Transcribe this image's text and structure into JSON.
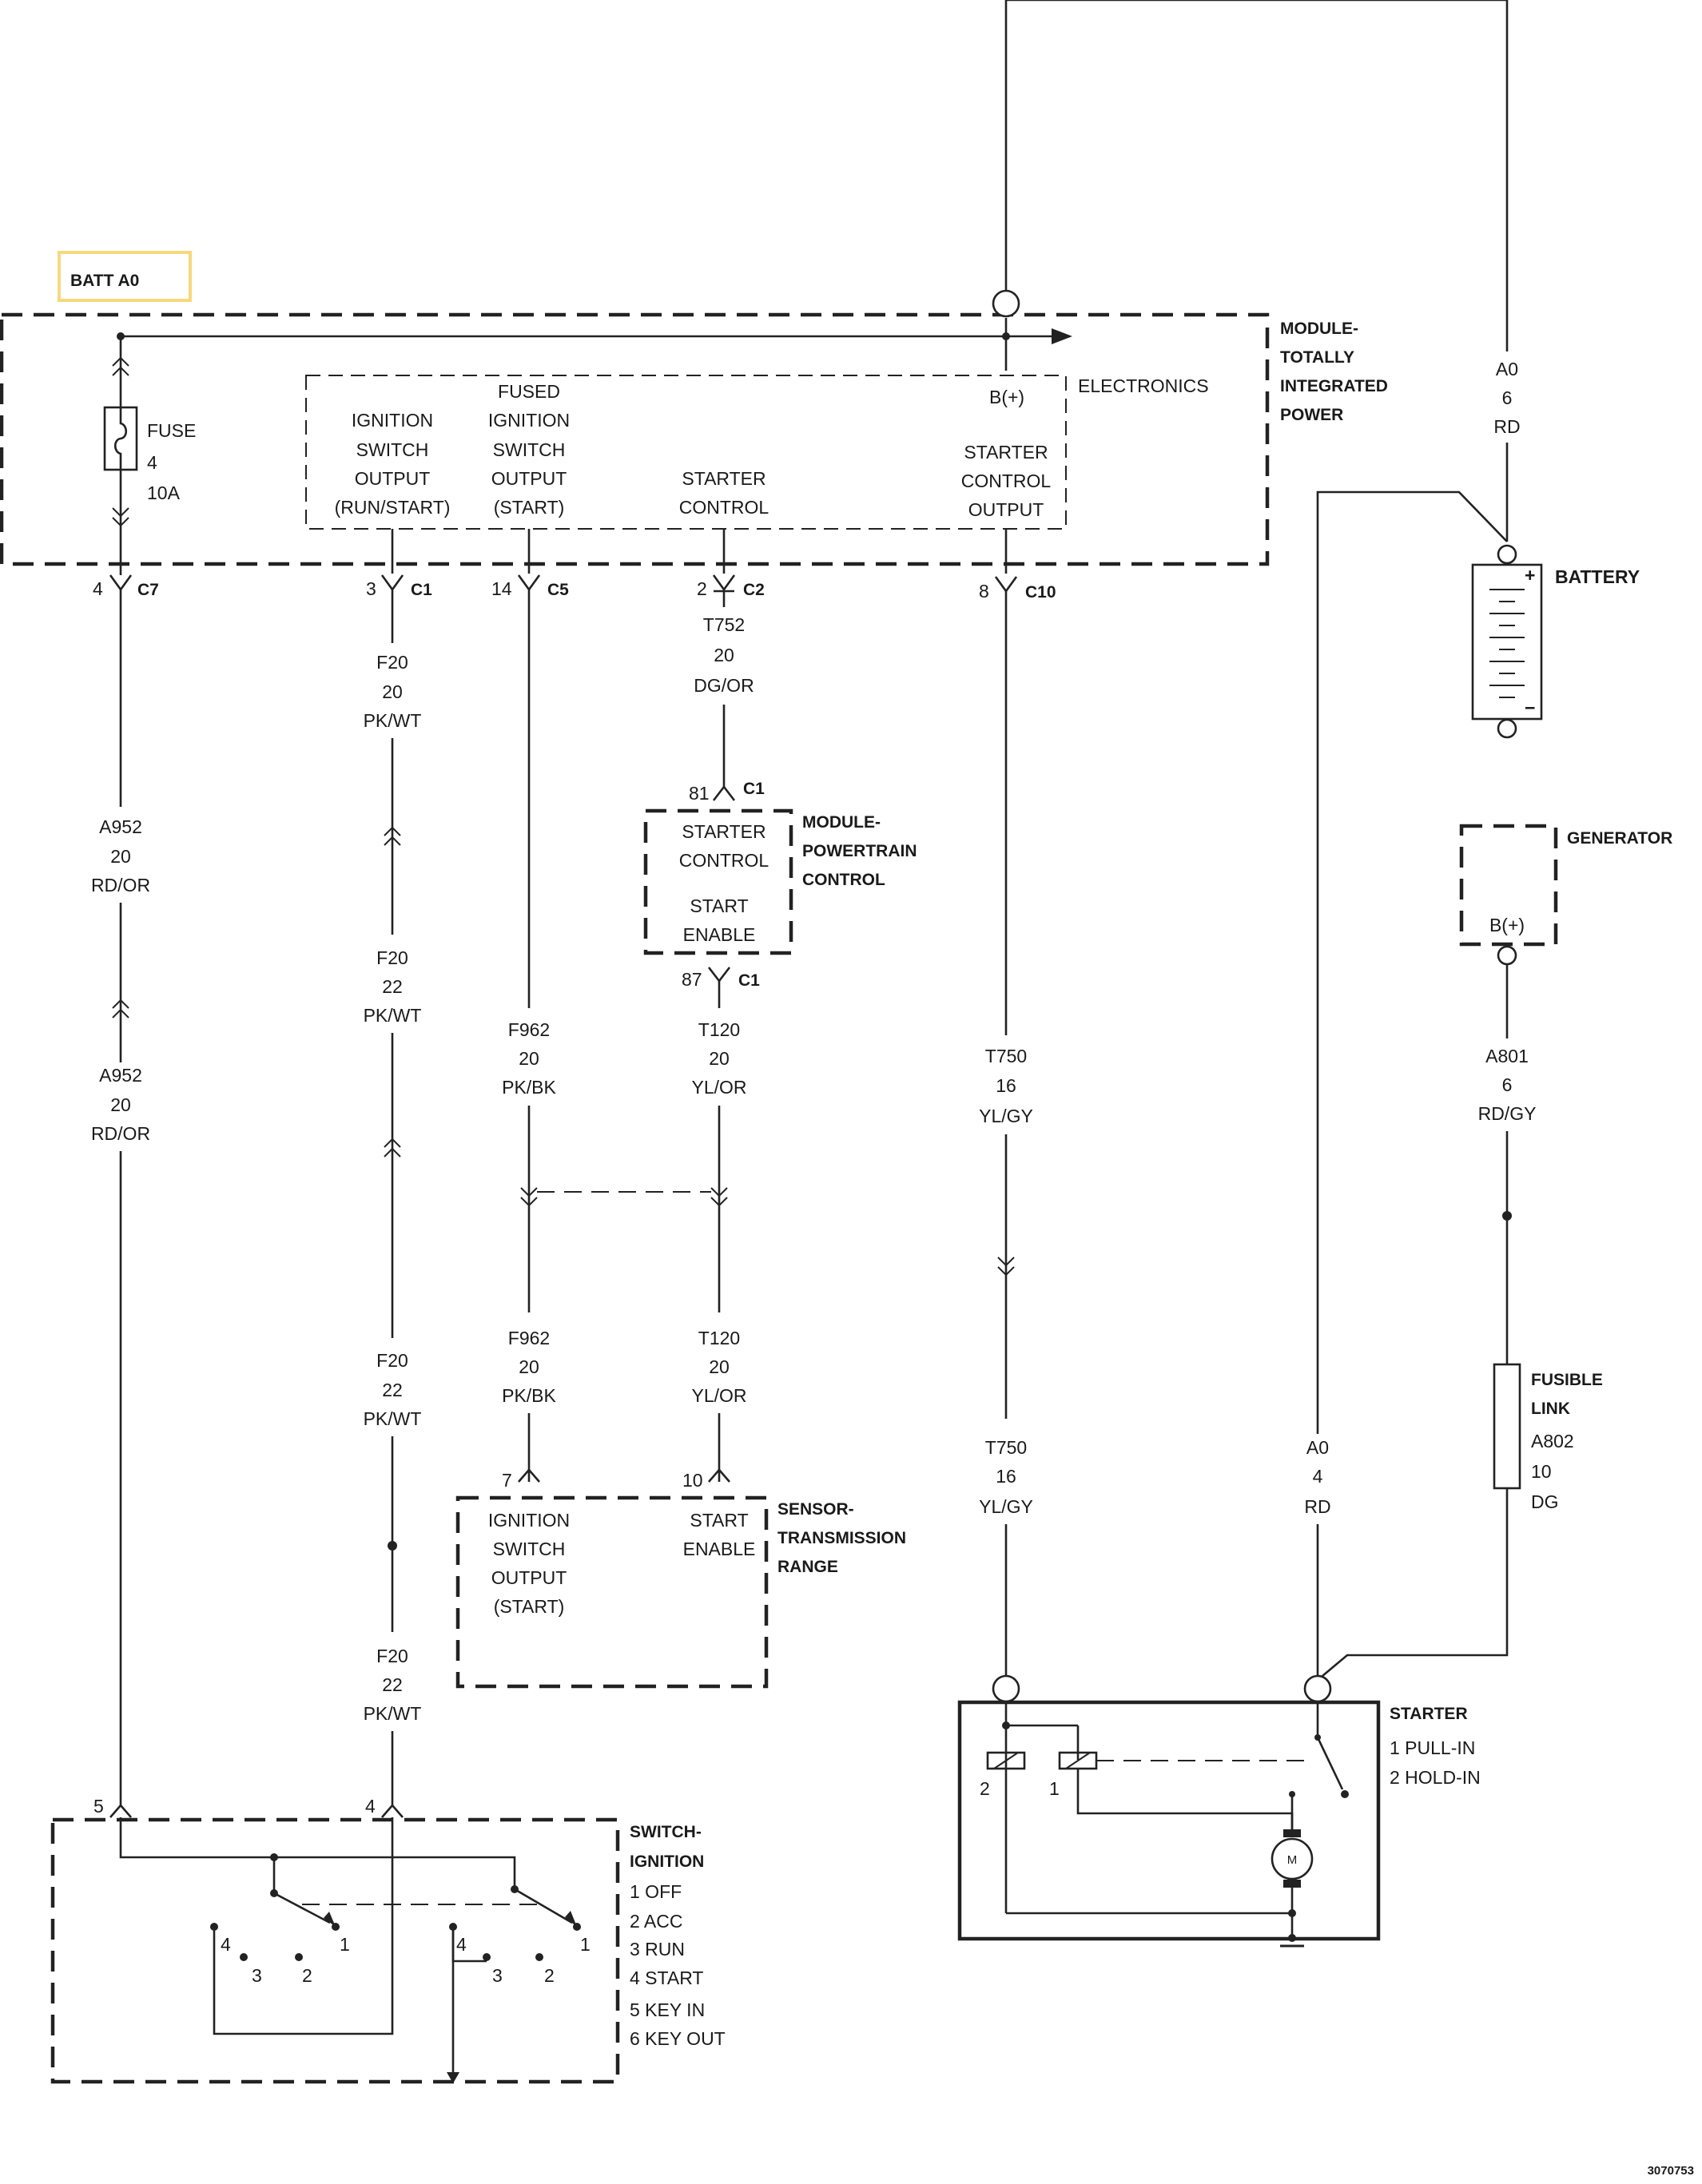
{
  "highlight": {
    "label": "BATT A0",
    "color": "#f7d87c"
  },
  "tipm": {
    "name_lines": [
      "MODULE-",
      "TOTALLY",
      "INTEGRATED",
      "POWER"
    ],
    "electronics": "ELECTRONICS",
    "fuse": [
      "FUSE",
      "4",
      "10A"
    ],
    "ign_switch_output": [
      "IGNITION",
      "SWITCH",
      "OUTPUT",
      "(RUN/START)"
    ],
    "fused_ign_switch_output": [
      "FUSED",
      "IGNITION",
      "SWITCH",
      "OUTPUT",
      "(START)"
    ],
    "starter_control": [
      "STARTER",
      "CONTROL"
    ],
    "bplus": "B(+)",
    "starter_control_output": [
      "STARTER",
      "CONTROL",
      "OUTPUT"
    ]
  },
  "connectors": {
    "c7": {
      "pin": "4",
      "id": "C7"
    },
    "c1": {
      "pin": "3",
      "id": "C1"
    },
    "c5": {
      "pin": "14",
      "id": "C5"
    },
    "c2": {
      "pin": "2",
      "id": "C2"
    },
    "c10": {
      "pin": "8",
      "id": "C10"
    },
    "pcm_in": {
      "pin": "81",
      "id": "C1"
    },
    "pcm_out": {
      "pin": "87",
      "id": "C1"
    },
    "tr_7": "7",
    "tr_10": "10",
    "sw_5": "5",
    "sw_4": "4"
  },
  "wires": {
    "a952_1": [
      "A952",
      "20",
      "RD/OR"
    ],
    "a952_2": [
      "A952",
      "20",
      "RD/OR"
    ],
    "f20_1": [
      "F20",
      "20",
      "PK/WT"
    ],
    "f20_2": [
      "F20",
      "22",
      "PK/WT"
    ],
    "f20_3": [
      "F20",
      "22",
      "PK/WT"
    ],
    "f20_4": [
      "F20",
      "22",
      "PK/WT"
    ],
    "t752": [
      "T752",
      "20",
      "DG/OR"
    ],
    "f962_1": [
      "F962",
      "20",
      "PK/BK"
    ],
    "f962_2": [
      "F962",
      "20",
      "PK/BK"
    ],
    "t120_1": [
      "T120",
      "20",
      "YL/OR"
    ],
    "t120_2": [
      "T120",
      "20",
      "YL/OR"
    ],
    "t750_1": [
      "T750",
      "16",
      "YL/GY"
    ],
    "t750_2": [
      "T750",
      "16",
      "YL/GY"
    ],
    "a0_top": [
      "A0",
      "6",
      "RD"
    ],
    "a0_low": [
      "A0",
      "4",
      "RD"
    ],
    "a801": [
      "A801",
      "6",
      "RD/GY"
    ],
    "a802": [
      "A802",
      "10",
      "DG"
    ]
  },
  "pcm": {
    "name_lines": [
      "MODULE-",
      "POWERTRAIN",
      "CONTROL"
    ],
    "starter_control": [
      "STARTER",
      "CONTROL"
    ],
    "start_enable": [
      "START",
      "ENABLE"
    ]
  },
  "tr_sensor": {
    "name_lines": [
      "SENSOR-",
      "TRANSMISSION",
      "RANGE"
    ],
    "ign_switch_output": [
      "IGNITION",
      "SWITCH",
      "OUTPUT",
      "(START)"
    ],
    "start_enable": [
      "START",
      "ENABLE"
    ]
  },
  "battery": {
    "name": "BATTERY",
    "plus": "+",
    "minus": "−"
  },
  "generator": {
    "name": "GENERATOR",
    "bplus": "B(+)"
  },
  "fusible_link": {
    "name_lines": [
      "FUSIBLE",
      "LINK"
    ]
  },
  "starter": {
    "name": "STARTER",
    "legend": [
      "1 PULL-IN",
      "2 HOLD-IN"
    ],
    "coil_2": "2",
    "coil_1": "1",
    "motor": "M"
  },
  "ignition_switch": {
    "name_lines": [
      "SWITCH-",
      "IGNITION"
    ],
    "legend": [
      "1 OFF",
      "2 ACC",
      "3 RUN",
      "4 START",
      "5 KEY IN",
      "6 KEY OUT"
    ],
    "left_positions": [
      "4",
      "3",
      "2",
      "1"
    ],
    "right_positions": [
      "4",
      "3",
      "2",
      "1"
    ]
  },
  "figure_id": "3070753"
}
